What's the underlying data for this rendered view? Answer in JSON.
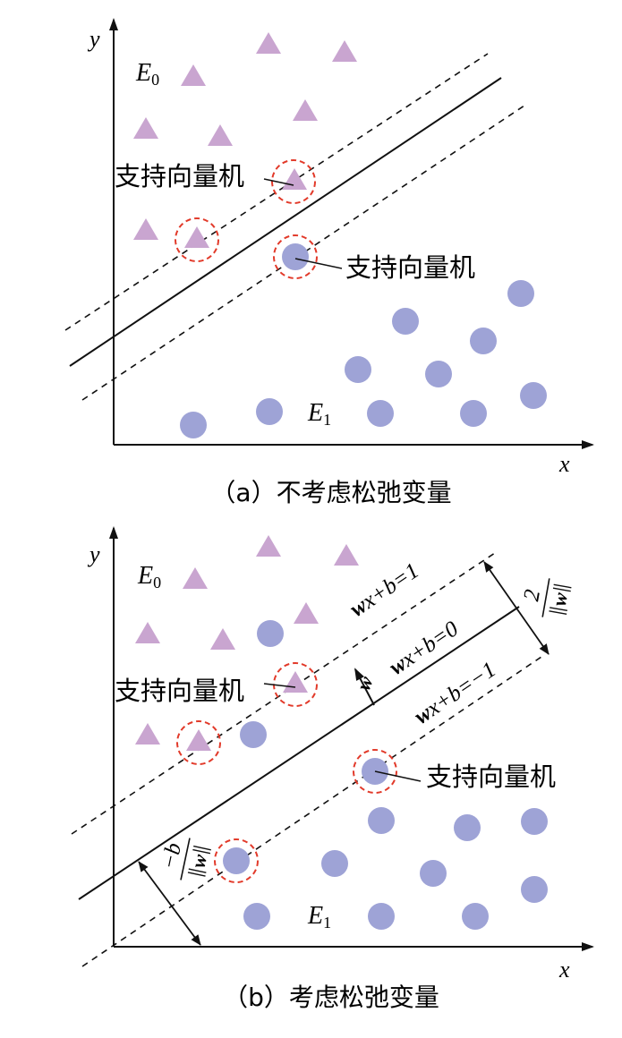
{
  "colors": {
    "triangle": "#c9a5d0",
    "circle": "#9ea3d6",
    "support_ring": "#e23a2a",
    "line": "#111111"
  },
  "panel_a": {
    "caption": "（a）不考虑松弛变量",
    "x_axis": "x",
    "y_axis": "y",
    "class0": {
      "letter": "E",
      "sub": "0"
    },
    "class1": {
      "letter": "E",
      "sub": "1"
    },
    "sv_label_left": "支持向量机",
    "sv_label_right": "支持向量机"
  },
  "panel_b": {
    "caption": "（b）考虑松弛变量",
    "x_axis": "x",
    "y_axis": "y",
    "class0": {
      "letter": "E",
      "sub": "0"
    },
    "class1": {
      "letter": "E",
      "sub": "1"
    },
    "sv_label_left": "支持向量机",
    "sv_label_right": "支持向量机",
    "eq_upper": {
      "w": "w",
      "rest": "x+b=1"
    },
    "eq_mid": {
      "w": "w",
      "rest": "x+b=0"
    },
    "eq_lower": {
      "w": "w",
      "rest": "x+b=−1"
    },
    "normal_label": "w",
    "margin_num": "2",
    "margin_den": "w",
    "offset_num": "−b",
    "offset_den": "w"
  }
}
